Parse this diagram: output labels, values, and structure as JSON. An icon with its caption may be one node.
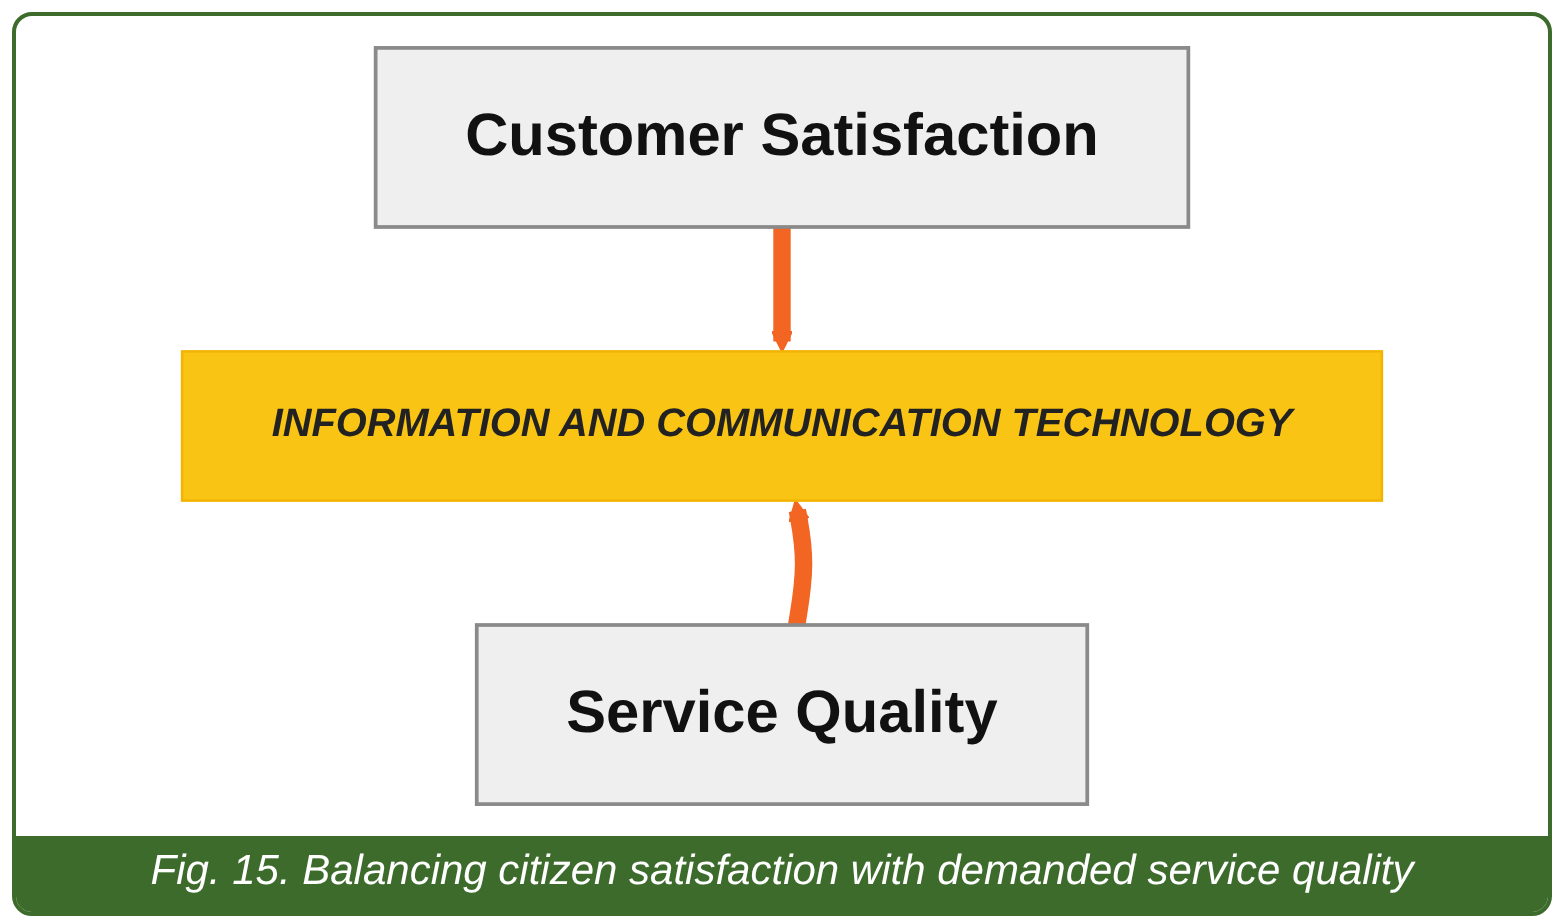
{
  "diagram": {
    "caption": "Fig. 15. Balancing citizen satisfaction with demanded service quality",
    "nodes": [
      {
        "text": [
          "Customer Satisfaction"
        ]
      },
      {
        "text": [
          "INFORMATION AND COMMUNICATION TECHNOLOGY"
        ]
      },
      {
        "text": [
          "Service Quality"
        ]
      }
    ],
    "edges": [
      {
        "from": 0,
        "to": 1,
        "arrow": "to",
        "color": "#f26522"
      },
      {
        "from": 2,
        "to": 1,
        "arrow": "to",
        "color": "#f26522"
      }
    ]
  }
}
